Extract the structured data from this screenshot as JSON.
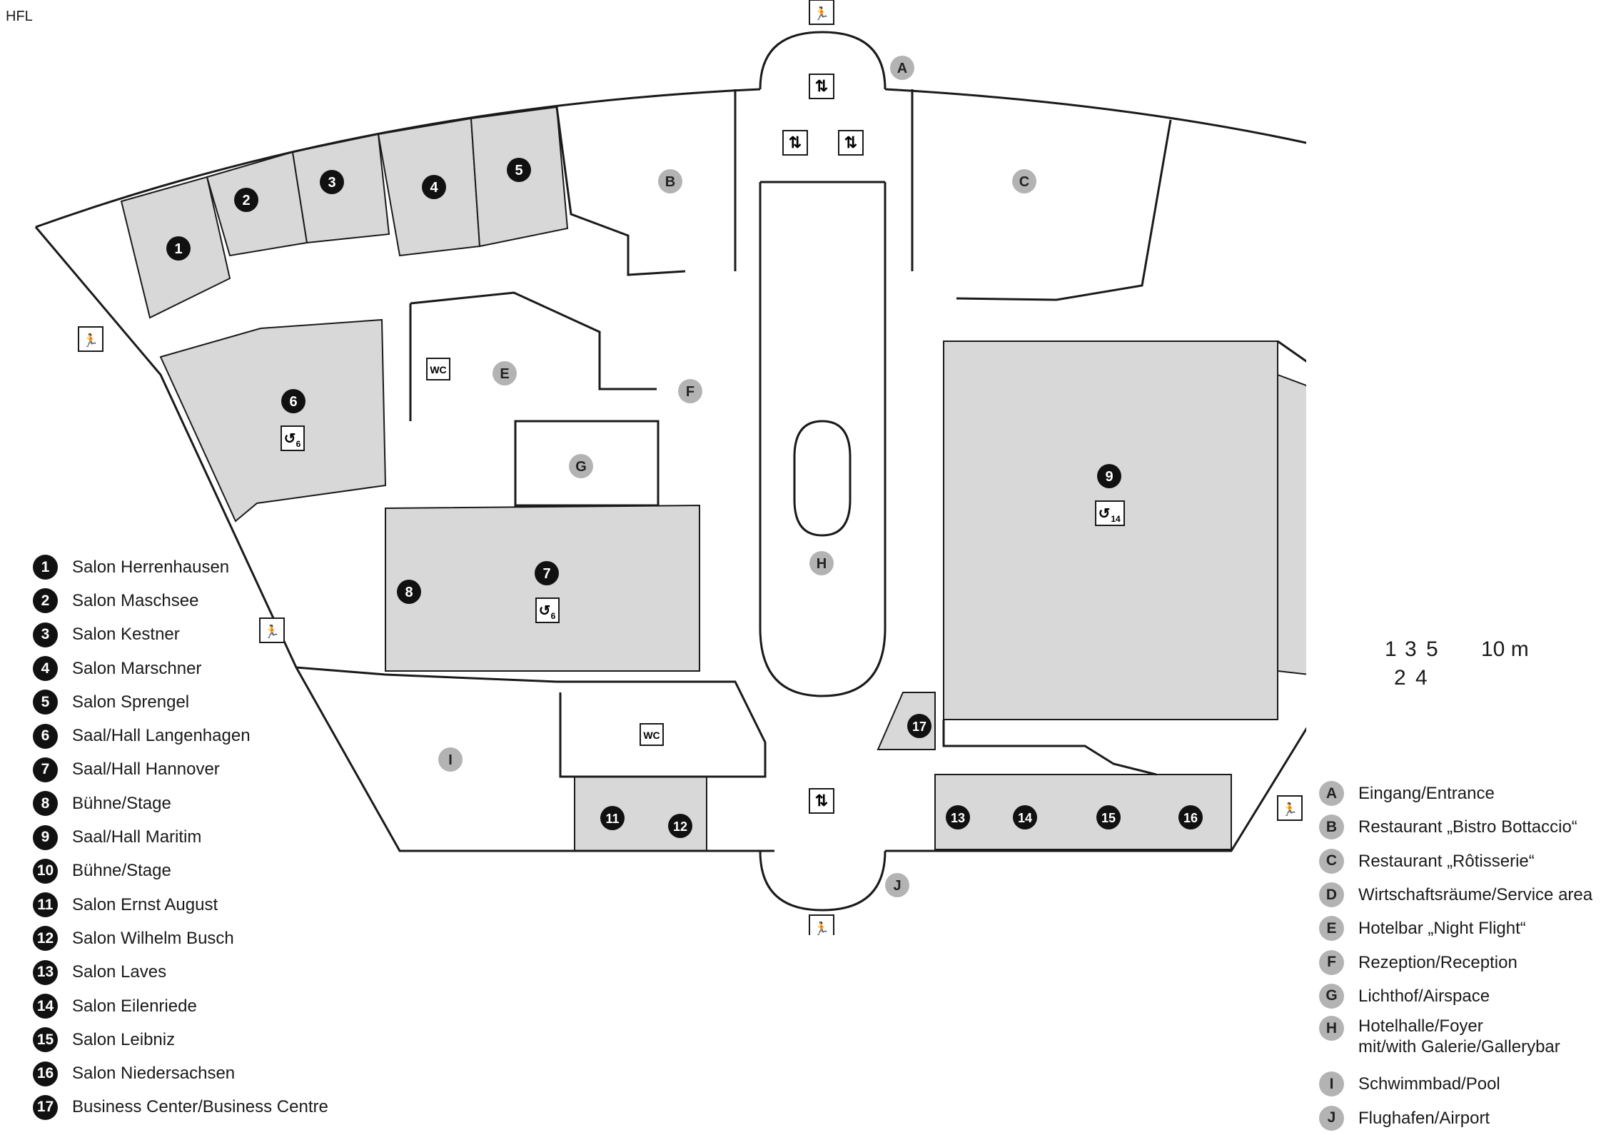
{
  "corner_label": "HFL",
  "colors": {
    "wall": "#1a1a1a",
    "room_fill": "#d8d8d8",
    "dark_badge": "#111111",
    "light_badge": "#b3b3b3"
  },
  "rooms": [
    {
      "id": "1",
      "style": "dark"
    },
    {
      "id": "2",
      "style": "dark"
    },
    {
      "id": "3",
      "style": "dark"
    },
    {
      "id": "4",
      "style": "dark"
    },
    {
      "id": "5",
      "style": "dark"
    },
    {
      "id": "6",
      "style": "dark"
    },
    {
      "id": "7",
      "style": "dark"
    },
    {
      "id": "8",
      "style": "dark"
    },
    {
      "id": "9",
      "style": "dark"
    },
    {
      "id": "10",
      "style": "dark"
    },
    {
      "id": "11",
      "style": "dark"
    },
    {
      "id": "12",
      "style": "dark"
    },
    {
      "id": "13",
      "style": "dark"
    },
    {
      "id": "14",
      "style": "dark"
    },
    {
      "id": "15",
      "style": "dark"
    },
    {
      "id": "16",
      "style": "dark"
    },
    {
      "id": "17",
      "style": "dark"
    },
    {
      "id": "A",
      "style": "light"
    },
    {
      "id": "B",
      "style": "light"
    },
    {
      "id": "C",
      "style": "light"
    },
    {
      "id": "D",
      "style": "light"
    },
    {
      "id": "E",
      "style": "light"
    },
    {
      "id": "F",
      "style": "light"
    },
    {
      "id": "G",
      "style": "light"
    },
    {
      "id": "H",
      "style": "light"
    },
    {
      "id": "I",
      "style": "light"
    },
    {
      "id": "J",
      "style": "light"
    }
  ],
  "capacity_icons": [
    {
      "room": "6",
      "value": "6"
    },
    {
      "room": "7",
      "value": "6"
    },
    {
      "room": "9",
      "value": "14"
    }
  ],
  "symbols": {
    "wc_label": "WC",
    "exit_icon": "emergency-exit-icon",
    "elevator_icon": "elevator-icon",
    "stairs_icon": "stairs-icon"
  },
  "scale": {
    "top_labels": [
      "1",
      "3",
      "5",
      "10 m"
    ],
    "bottom_labels": [
      "2",
      "4"
    ]
  },
  "legend_rooms": [
    {
      "id": "1",
      "label": "Salon Herrenhausen"
    },
    {
      "id": "2",
      "label": "Salon Maschsee"
    },
    {
      "id": "3",
      "label": "Salon Kestner"
    },
    {
      "id": "4",
      "label": "Salon Marschner"
    },
    {
      "id": "5",
      "label": "Salon Sprengel"
    },
    {
      "id": "6",
      "label": "Saal/Hall Langenhagen"
    },
    {
      "id": "7",
      "label": "Saal/Hall Hannover"
    },
    {
      "id": "8",
      "label": "Bühne/Stage"
    },
    {
      "id": "9",
      "label": "Saal/Hall Maritim"
    },
    {
      "id": "10",
      "label": "Bühne/Stage"
    },
    {
      "id": "11",
      "label": "Salon Ernst August"
    },
    {
      "id": "12",
      "label": "Salon Wilhelm Busch"
    },
    {
      "id": "13",
      "label": "Salon Laves"
    },
    {
      "id": "14",
      "label": "Salon Eilenriede"
    },
    {
      "id": "15",
      "label": "Salon Leibniz"
    },
    {
      "id": "16",
      "label": "Salon Niedersachsen"
    },
    {
      "id": "17",
      "label": "Business Center/Business Centre"
    }
  ],
  "legend_areas": [
    {
      "id": "A",
      "label": "Eingang/Entrance"
    },
    {
      "id": "B",
      "label": "Restaurant „Bistro Bottaccio“"
    },
    {
      "id": "C",
      "label": "Restaurant „Rôtisserie“"
    },
    {
      "id": "D",
      "label": "Wirtschaftsräume/Service area"
    },
    {
      "id": "E",
      "label": "Hotelbar „Night Flight“"
    },
    {
      "id": "F",
      "label": "Rezeption/Reception"
    },
    {
      "id": "G",
      "label": "Lichthof/Airspace"
    },
    {
      "id": "H",
      "label": "Hotelhalle/Foyer\nmit/with Galerie/Gallerybar"
    },
    {
      "id": "I",
      "label": "Schwimmbad/Pool"
    },
    {
      "id": "J",
      "label": "Flughafen/Airport"
    }
  ]
}
